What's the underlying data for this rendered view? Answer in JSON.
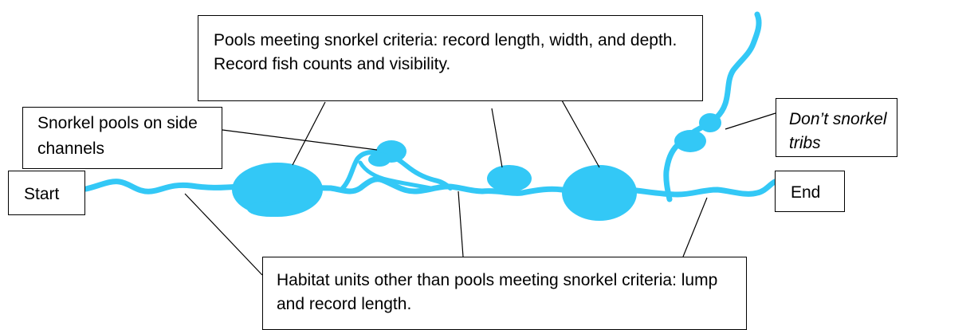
{
  "diagram": {
    "colors": {
      "stream": "#33c8f6",
      "line": "#000000",
      "text": "#000000"
    },
    "labels": {
      "pools_meeting": "Pools meeting snorkel criteria: record length, width, and depth. Record fish counts and visibility.",
      "side_channels": "Snorkel pools on side channels",
      "dont_snorkel": "Don’t snorkel tribs",
      "start": "Start",
      "end": "End",
      "habitat_units": "Habitat units other than pools meeting snorkel criteria: lump and record length."
    }
  }
}
